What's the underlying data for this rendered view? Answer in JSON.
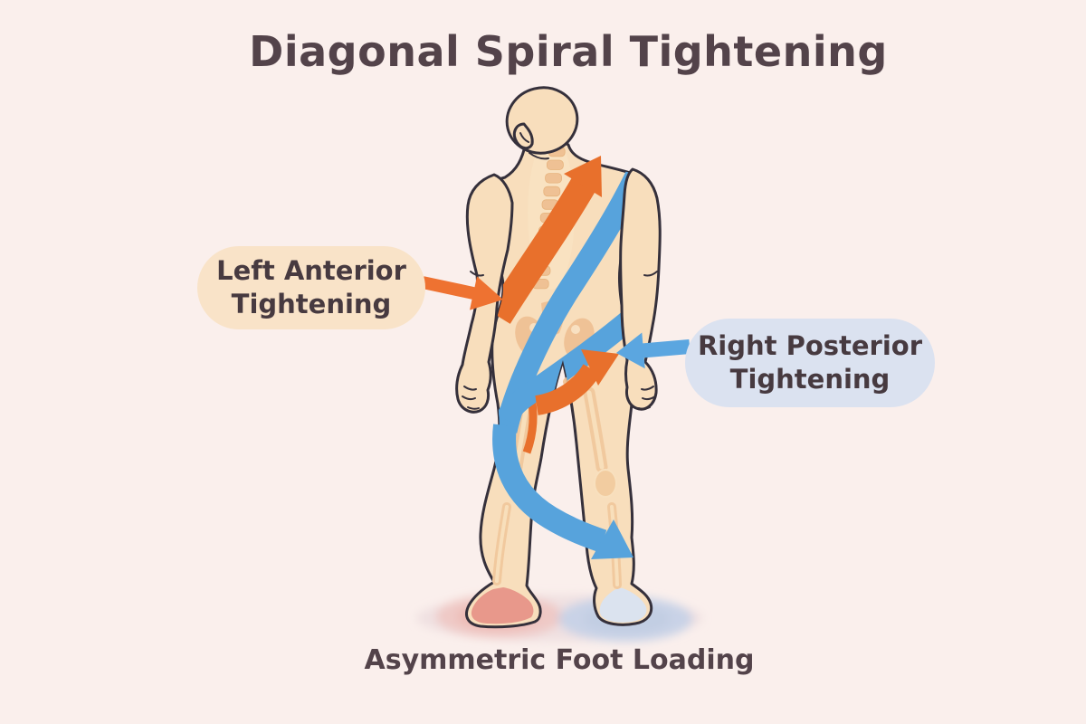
{
  "title": "Diagonal Spiral Tightening",
  "labels": {
    "left": {
      "line1": "Left Anterior",
      "line2": "Tightening"
    },
    "right": {
      "line1": "Right Posterior",
      "line2": "Tightening"
    }
  },
  "caption": "Asymmetric Foot Loading",
  "icons": {
    "left_label_arrow": "orange-arrow-pointing-right",
    "right_label_arrow": "blue-arrow-pointing-left",
    "ascending_spiral": "orange-diagonal-spiral-arrow-up",
    "descending_spiral": "blue-diagonal-spiral-arrow-down",
    "figure": "rear-view-human-figure"
  },
  "colors": {
    "bg": "#FAEFEC",
    "title_text": "#53434A",
    "label_text": "#473A40",
    "orange": "#E8702C",
    "orange_bright": "#EE7231",
    "blue": "#57A3DC",
    "blue_bright": "#5BA6E0",
    "left_pill_bg": "#F9E3C8",
    "right_pill_bg": "#DBE2F0",
    "skin": "#F8DEBC",
    "outline": "#35303B",
    "bone": "#EFC092",
    "left_foot": "#E8988B",
    "right_foot": "#DBE3EF",
    "left_glow": "#F0C8C3",
    "right_glow": "#C7D2E7"
  }
}
